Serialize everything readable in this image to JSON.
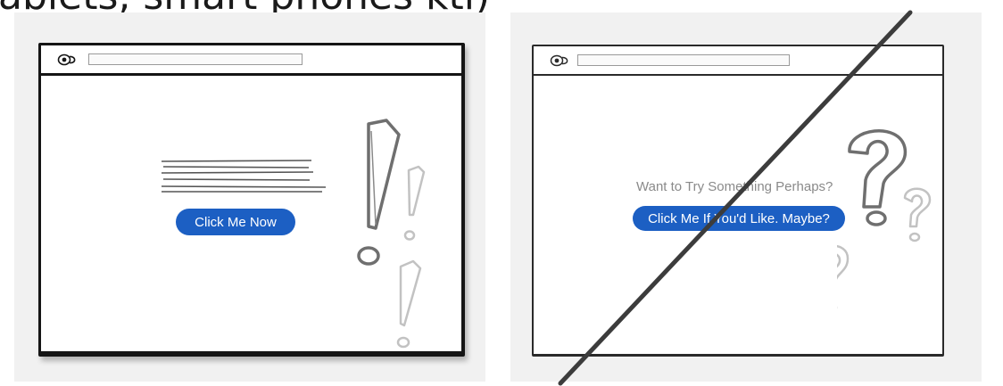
{
  "caption": {
    "text": "ablets, smart phones ktl)"
  },
  "left_mockup": {
    "button_label": "Click Me Now"
  },
  "right_mockup": {
    "prompt_text": "Want to Try Something Perhaps?",
    "button_label": "Click Me If You'd Like. Maybe?"
  },
  "colors": {
    "button_blue": "#1c5fc3",
    "sketch_line": "#151515",
    "faded_mark": "#c2c2c2"
  }
}
